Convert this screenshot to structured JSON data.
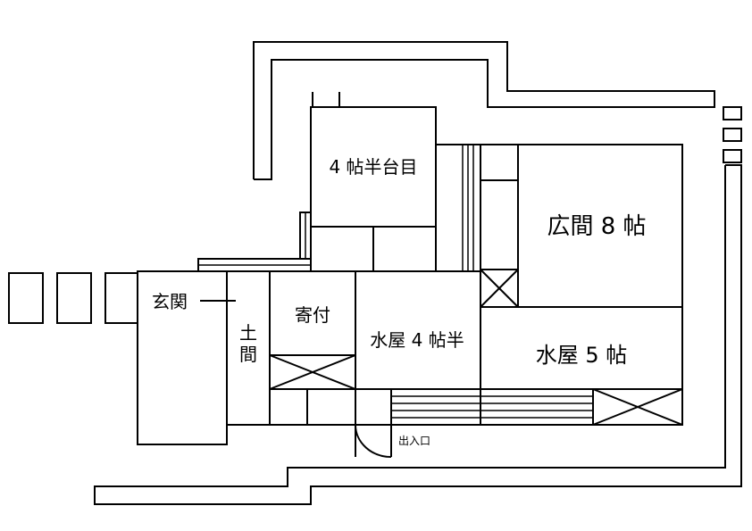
{
  "rooms": {
    "tatami_4_5_daime": "4 帖半台目",
    "hiroma_8": "広間 8 帖",
    "genkan": "玄関",
    "doma_top": "土",
    "doma_bottom": "間",
    "yoritsuki": "寄付",
    "mizuya_4_5": "水屋 4 帖半",
    "mizuya_5": "水屋 5 帖"
  },
  "entrance": {
    "label": "出入口"
  },
  "colors": {
    "line": "#000000",
    "background": "#ffffff"
  }
}
